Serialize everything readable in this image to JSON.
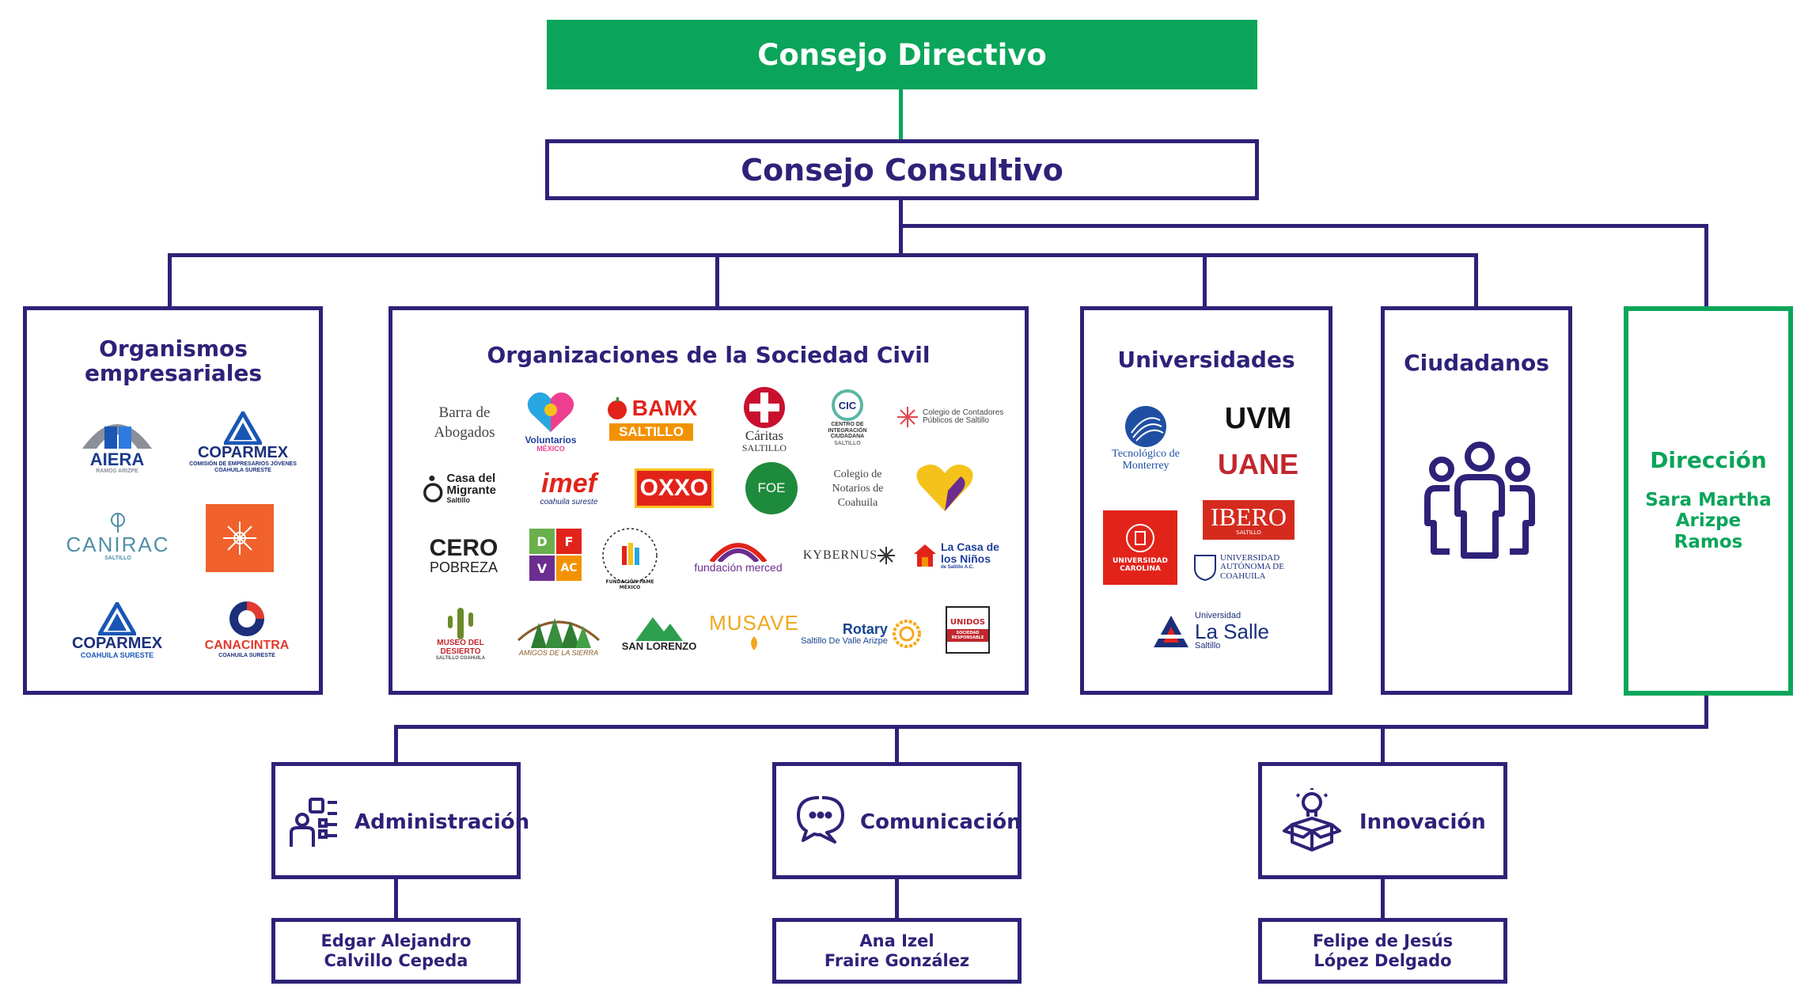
{
  "consejo_directivo": "Consejo Directivo",
  "consejo_consultivo": "Consejo Consultivo",
  "org_empresariales": {
    "title": "Organismos empresariales",
    "logos": {
      "aiera": "AIERA",
      "aiera_sub": "RAMOS ARIZPE",
      "coparmex_jov": "COPARMEX",
      "coparmex_jov_sub": "COMISIÓN DE EMPRESARIOS JÓVENES",
      "coparmex_jov_sub2": "COAHUILA SURESTE",
      "canirac": "CANIRAC",
      "canirac_sub": "SALTILLO",
      "coparmex": "COPARMEX",
      "coparmex_sub": "COAHUILA SURESTE",
      "canacintra": "CANACINTRA",
      "canacintra_sub": "COAHUILA SURESTE"
    }
  },
  "osc": {
    "title": "Organizaciones de la Sociedad Civil",
    "logos": {
      "barra": "Barra de Abogados",
      "voluntarios": "Voluntarios",
      "voluntarios_sub": "MÉXICO",
      "bamx": "BAMX",
      "bamx_sub": "SALTILLO",
      "caritas": "Cáritas",
      "caritas_sub": "SALTILLO",
      "cic": "CIC",
      "cic_sub": "CENTRO DE INTEGRACIÓN CIUDADANA",
      "cic_sub2": "SALTILLO",
      "contadores": "Colegio de Contadores Públicos de Saltillo",
      "casa_migrante": "Casa del Migrante",
      "casa_migrante_sub": "Saltillo",
      "imef": "imef",
      "imef_sub": "coahuila sureste",
      "oxxo": "OXXO",
      "foe": "FOE",
      "notarios": "Colegio de Notarios de Coahuila",
      "cero": "CERO",
      "cero_sub": "POBREZA",
      "dfvac_d": "D",
      "dfvac_f": "F",
      "dfvac_v": "V",
      "dfvac_ac": "AC",
      "pame": "FUNDACIÓN PAME MÉXICO",
      "merced": "fundación merced",
      "kybernus": "KYBERNUS",
      "casa_ninos": "La Casa de los Niños",
      "casa_ninos_sub": "de Saltillo A.C.",
      "museo": "MUSEO DEL DESIERTO",
      "museo_sub": "SALTILLO COAHUILA",
      "amigos": "AMIGOS DE LA SIERRA",
      "san_lorenzo": "SAN LORENZO",
      "musave": "MUSAVE",
      "rotary": "Rotary",
      "rotary_sub": "Saltillo De Valle Arizpe",
      "unidos": "UNIDOS",
      "unidos_sub": "SOCIEDAD RESPONSABLE"
    }
  },
  "universidades": {
    "title": "Universidades",
    "logos": {
      "tec": "Tecnológico de Monterrey",
      "uvm": "UVM",
      "uane": "UANE",
      "carolina": "UNIVERSIDAD CAROLINA",
      "ibero": "IBERO",
      "ibero_sub": "SALTILLO",
      "uadec": "UNIVERSIDAD AUTÓNOMA DE COAHUILA",
      "lasalle_pre": "Universidad",
      "lasalle": "La Salle",
      "lasalle_sub": "Saltillo"
    }
  },
  "ciudadanos": {
    "title": "Ciudadanos",
    "icon": "people-group-icon"
  },
  "direccion": {
    "title": "Dirección",
    "person": "Sara Martha Arizpe Ramos"
  },
  "departments": [
    {
      "label": "Administración",
      "person_line1": "Edgar Alejandro",
      "person_line2": "Calvillo Cepeda"
    },
    {
      "label": "Comunicación",
      "person_line1": "Ana Izel",
      "person_line2": "Fraire González"
    },
    {
      "label": "Innovación",
      "person_line1": "Felipe de Jesús",
      "person_line2": "López Delgado"
    }
  ],
  "colors": {
    "navy": "#2d2278",
    "green": "#0aa55a"
  }
}
